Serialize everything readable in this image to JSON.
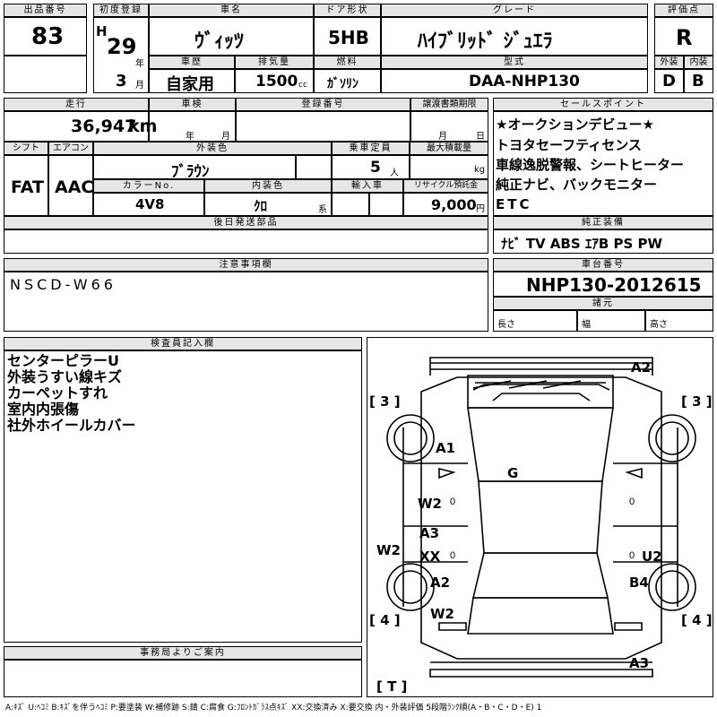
{
  "header": {
    "lot_no_label": "出品番号",
    "lot_no": "83",
    "first_reg_label": "初度登録",
    "era_letter": "H",
    "first_reg_year": "29",
    "year_unit": "年",
    "first_reg_month": "3",
    "month_unit": "月",
    "car_name_label": "車名",
    "car_name": "ｳﾞｨｯﾂ",
    "door_label": "ドア形状",
    "door": "5HB",
    "grade_label": "グレード",
    "grade": "ﾊｲﾌﾞﾘｯﾄﾞ ｼﾞｭｴﾗ",
    "score_label": "評価点",
    "score": "R",
    "history_label": "車歴",
    "history": "自家用",
    "displacement_label": "排気量",
    "displacement": "1500",
    "displacement_unit": "cc",
    "fuel_label": "燃料",
    "fuel": "ｶﾞｿﾘﾝ",
    "model_label": "型式",
    "model": "DAA-NHP130",
    "exterior_label": "外装",
    "exterior": "D",
    "interior_label": "内装",
    "interior": "B"
  },
  "row2": {
    "mileage_label": "走行",
    "mileage": "36,947",
    "mileage_unit": "km",
    "inspection_label": "車検",
    "inspection_year_unit": "年",
    "inspection_month_unit": "月",
    "reg_no_label": "登録番号",
    "transfer_label": "譲渡書類期限",
    "transfer_month_unit": "月",
    "transfer_day_unit": "日",
    "shift_label": "シフト",
    "shift": "FAT",
    "ac_label": "エアコン",
    "ac": "AAC",
    "ext_color_label": "外装色",
    "ext_color": "ﾌﾞﾗｳﾝ",
    "capacity_label": "乗車定員",
    "capacity": "5",
    "capacity_unit": "人",
    "load_label": "最大積載量",
    "load_unit": "kg",
    "color_no_label": "カラーNo.",
    "color_no": "4V8",
    "int_color_label": "内装色",
    "int_color": "ｸﾛ",
    "int_color_unit": "系",
    "import_label": "輸入車",
    "recycle_label": "リサイクル預託金",
    "recycle": "9,000",
    "recycle_unit": "円",
    "later_label": "後日発送部品"
  },
  "sales_points": {
    "label": "セールスポイント",
    "lines": [
      "★オークションデビュー★",
      "トヨタセーフティセンス",
      "車線逸脱警報、シートヒーター",
      "純正ナビ、バックモニター",
      "ETC"
    ]
  },
  "genuine": {
    "label": "純正装備",
    "items": "ﾅﾋﾞ TV ABS ｴｱB PS PW"
  },
  "notes": {
    "label": "注意事項欄",
    "text": "NSCD-W66"
  },
  "chassis": {
    "label": "車台番号",
    "value": "NHP130-2012615",
    "spec_label": "諸元",
    "length_label": "長さ",
    "width_label": "幅",
    "height_label": "高さ"
  },
  "inspector": {
    "label": "検査員記入欄",
    "lines": [
      "センターピラーU",
      "外装うすい線キズ",
      "カーペットすれ",
      "室内内張傷",
      "社外ホイールカバー"
    ]
  },
  "office": {
    "label": "事務局よりご案内"
  },
  "diagram": {
    "marks": {
      "a2_top": "A2",
      "a1": "A1",
      "g": "G",
      "w2_left": "W2",
      "a3_mid": "A3",
      "xx": "XX",
      "w2_side": "W2",
      "u2": "U2",
      "a2_low": "A2",
      "b4": "B4",
      "w2_low": "W2",
      "a3_bottom": "A3"
    },
    "corners": {
      "tl": "[ 3 ]",
      "tr": "[ 3 ]",
      "bl": "[ 4 ]",
      "br": "[ 4 ]",
      "rear": "[ T ]"
    },
    "dim_left": "0",
    "dim_right": "0",
    "dim_left2": "0",
    "dim_right2": "0"
  },
  "legend": "A:ｷｽﾞ U:ﾍｺﾐ B:ｷｽﾞを伴うﾍｺﾐ P:要塗装 W:補修跡 S:錆 C:腐食 G:ﾌﾛﾝﾄｶﾞﾗｽ点ｷｽﾞ XX:交換済み X:要交換 内・外装評価 5段階ﾗﾝｸ順(A・B・C・D・E) 1"
}
